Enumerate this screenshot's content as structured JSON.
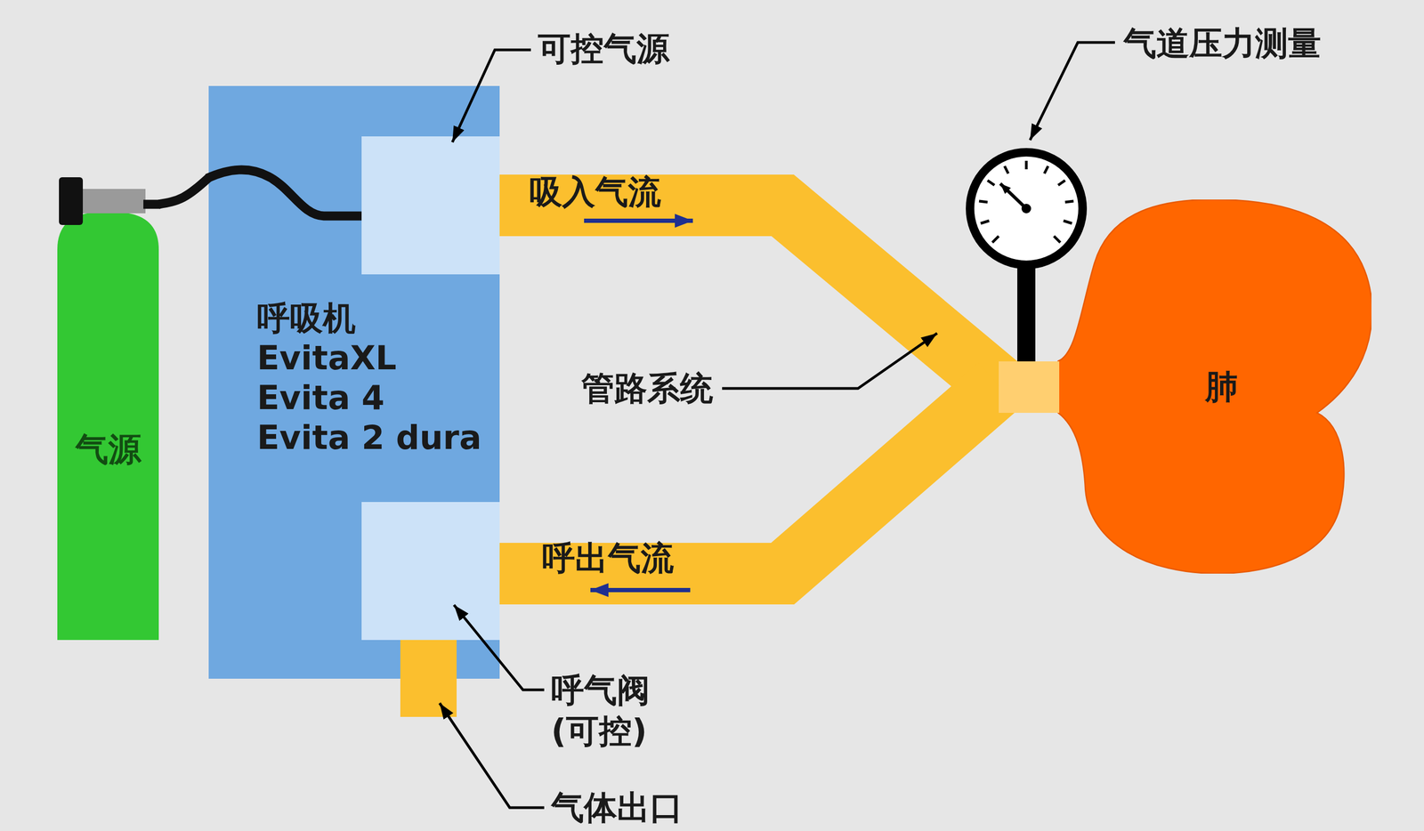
{
  "diagram": {
    "nodes": [
      {
        "text": [
          "气源"
        ]
      },
      {
        "text": [
          "呼吸机",
          "EvitaXL",
          "Evita 4",
          "Evita 2 dura"
        ]
      },
      {
        "text": [
          "肺"
        ]
      }
    ],
    "edges": [
      {
        "from": 0,
        "to": 1,
        "arrow": "none"
      },
      {
        "from": 1,
        "to": 2,
        "label": "吸入气流",
        "arrow": "none"
      },
      {
        "from": 2,
        "to": 1,
        "label": "呼出气流",
        "arrow": "none"
      }
    ],
    "labels": [
      "可控气源",
      "气道压力测量",
      "管路系统",
      "呼气阀 (可控)",
      "气体出口"
    ]
  }
}
